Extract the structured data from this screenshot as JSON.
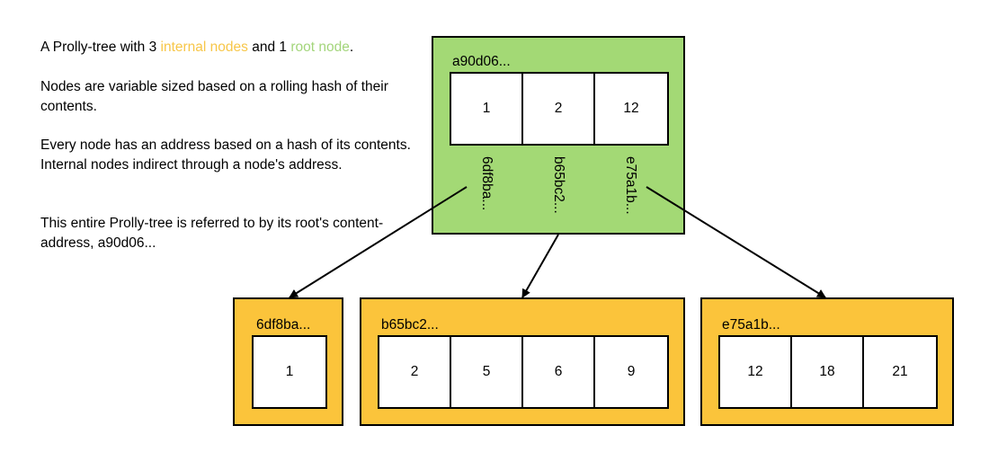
{
  "description": {
    "line1": {
      "prefix": "A Prolly-tree with 3 ",
      "internal_label": "internal nodes",
      "middle": " and 1 ",
      "root_label": "root node",
      "suffix": "."
    },
    "para2": "Nodes are variable sized based on a rolling hash of their contents.",
    "para3": "Every node has an address based on a hash of its contents. Internal nodes indirect through a node's address.",
    "para4": "This entire Prolly-tree is referred to by its root's content-address, a90d06..."
  },
  "colors": {
    "root_fill": "#a3d975",
    "internal_fill": "#fbc43b",
    "internal_text": "#f7c648",
    "root_text": "#a3d57b"
  },
  "root": {
    "address": "a90d06...",
    "values": [
      "1",
      "2",
      "12"
    ],
    "pointers": [
      "6df8ba...",
      "b65bc2...",
      "e75a1b..."
    ]
  },
  "internal_nodes": [
    {
      "address": "6df8ba...",
      "values": [
        "1"
      ]
    },
    {
      "address": "b65bc2...",
      "values": [
        "2",
        "5",
        "6",
        "9"
      ]
    },
    {
      "address": "e75a1b...",
      "values": [
        "12",
        "18",
        "21"
      ]
    }
  ]
}
